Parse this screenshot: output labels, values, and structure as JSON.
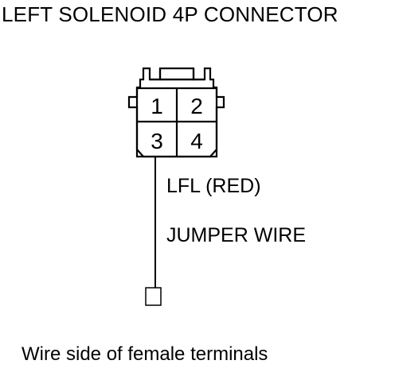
{
  "title": "LEFT SOLENOID 4P CONNECTOR",
  "connector": {
    "pins": [
      "1",
      "2",
      "3",
      "4"
    ]
  },
  "labels": {
    "wire": "LFL (RED)",
    "jumper": "JUMPER WIRE"
  },
  "caption": "Wire side of female terminals",
  "colors": {
    "line": "#000000",
    "background": "#ffffff"
  }
}
